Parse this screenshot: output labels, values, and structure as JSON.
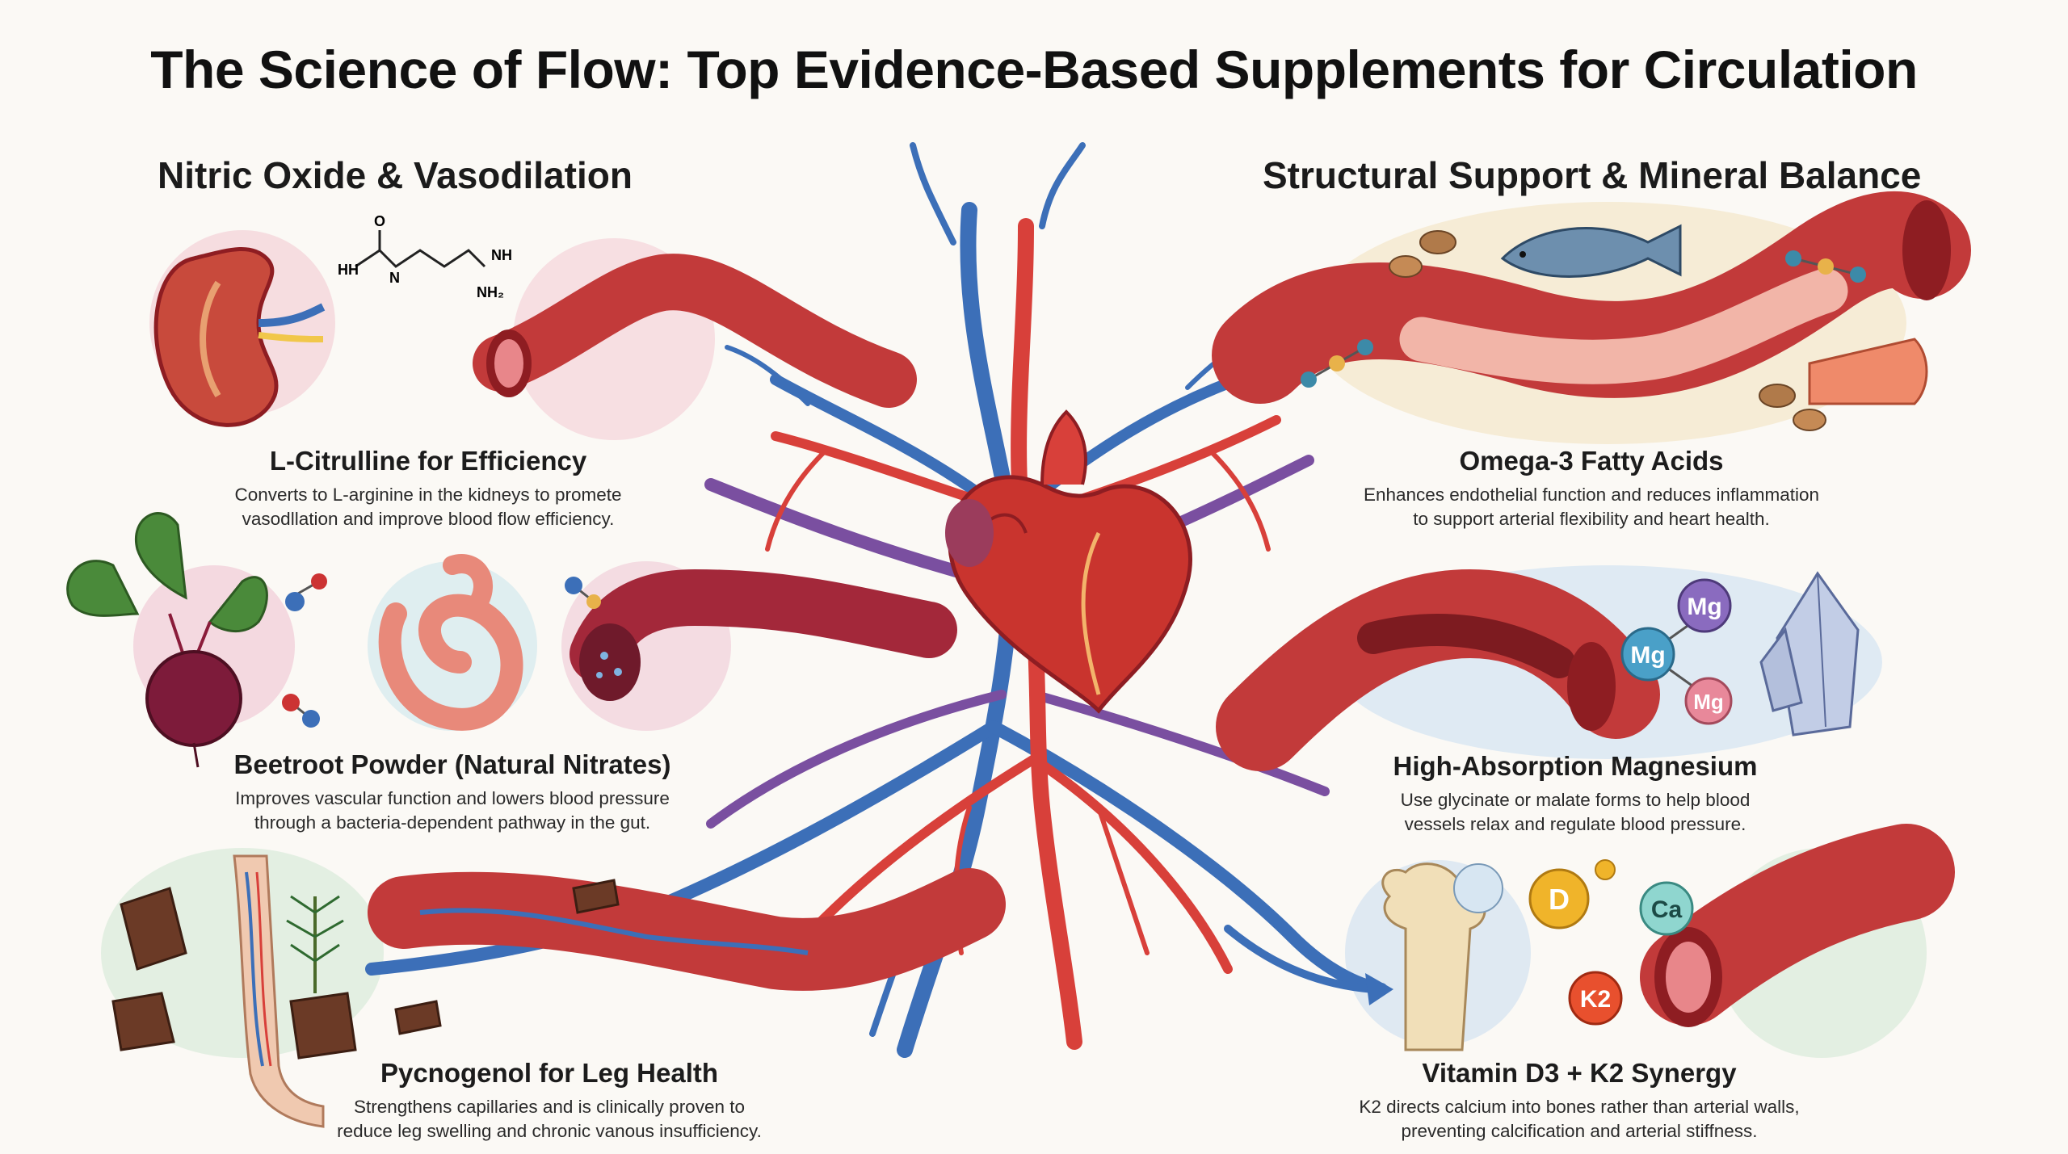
{
  "title": "The Science of Flow: Top Evidence-Based Supplements for Circulation",
  "sections": {
    "left": "Nitric Oxide & Vasodilation",
    "right": "Structural Support & Mineral Balance"
  },
  "molecule": {
    "hn": "HH",
    "n": "N",
    "o": "O",
    "nh": "NH",
    "nh2": "NH₂"
  },
  "cards": {
    "citrulline": {
      "title": "L-Citrulline for Efficiency",
      "line1": "Converts to L-arginine in the kidneys to promete",
      "line2": "vasodllation and improve blood flow efficiency."
    },
    "beetroot": {
      "title": "Beetroot Powder (Natural Nitrates)",
      "line1": "Improves vascular function and lowers blood pressure",
      "line2": "through a bacteria-dependent pathway in the gut."
    },
    "pycnogenol": {
      "title": "Pycnogenol for Leg Health",
      "line1": "Strengthens capillaries and is clinically proven to",
      "line2": "reduce leg swelling and chronic vanous insufficiency."
    },
    "omega3": {
      "title": "Omega-3 Fatty Acids",
      "line1": "Enhances endothelial function and reduces inflammation",
      "line2": "to support arterial flexibility and heart health."
    },
    "magnesium": {
      "title": "High-Absorption Magnesium",
      "line1": "Use glycinate or malate forms to help blood",
      "line2": "vessels relax and regulate blood pressure."
    },
    "vitd": {
      "title": "Vitamin D3 + K2 Synergy",
      "line1": "K2 directs calcium into bones rather than arterial walls,",
      "line2": "preventing calcification and arterial stiffness."
    }
  },
  "badges": {
    "mg1": "Mg",
    "mg2": "Mg",
    "mg3": "Mg",
    "d": "D",
    "ca": "Ca",
    "k2": "K2"
  },
  "colors": {
    "artery": "#d8403a",
    "vein": "#3c6fb8",
    "purple_vessel": "#7a4fa0",
    "vessel_dark": "#9e1f23",
    "heart": "#c9342e",
    "pink_bg": "#f6dde0",
    "green_bg": "#e3efe2",
    "beige_bg": "#f6ecd6",
    "blue_bg": "#dfeaf3"
  }
}
